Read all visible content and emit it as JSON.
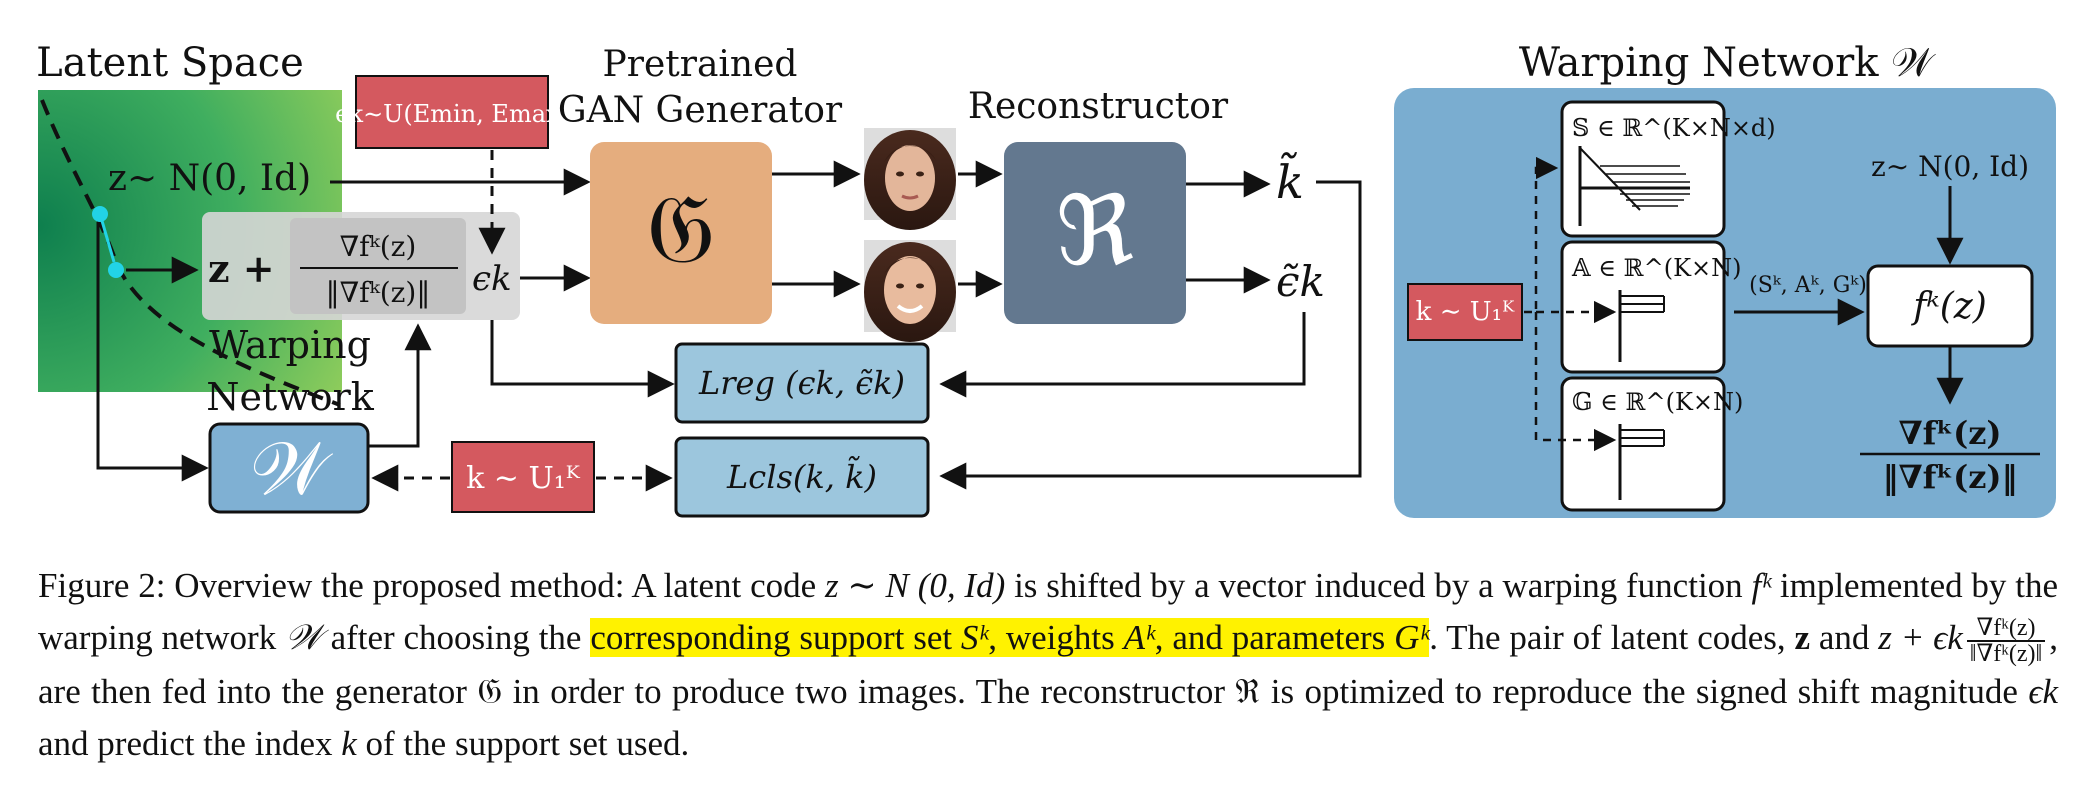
{
  "diagram": {
    "latent_title": "Latent Space",
    "eps_dist": "ϵk∼U(Emin, Emax)",
    "generator_title_1": "Pretrained",
    "generator_title_2": "GAN Generator",
    "generator_symbol": "𝔊",
    "reconstructor_title": "Reconstructor",
    "reconstructor_symbol": "ℜ",
    "z_sample": "z∼ N(0, Id)",
    "z_shifted_prefix": "z +",
    "grad_num": "∇fᵏ(z)",
    "grad_den": "‖∇fᵏ(z)‖",
    "eps_k": "ϵk",
    "k_tilde": "k̃",
    "eps_tilde": "ϵ̃k",
    "warping_label_1": "Warping",
    "warping_label_2": "Network",
    "warping_symbol": "𝒲",
    "k_uniform": "k ∼ U₁ᴷ",
    "loss_reg": "Lreg (ϵk, ϵ̃k)",
    "loss_cls": "Lcls(k, k̃)",
    "panel_title": "Warping Network 𝒲",
    "panel_S": "𝕊 ∈ ℝ^(K×N×d)",
    "panel_A": "𝔸 ∈ ℝ^(K×N)",
    "panel_G": "𝔾 ∈ ℝ^(K×N)",
    "panel_k": "k ∼ U₁ᴷ",
    "panel_triplet": "(Sᵏ, Aᵏ, Gᵏ)",
    "panel_z": "z∼ N(0, Id)",
    "panel_f": "fᵏ(z)",
    "panel_grad_num": "∇fᵏ(z)",
    "panel_grad_den": "‖∇fᵏ(z)‖"
  },
  "caption": {
    "p1": "Figure 2: Overview the proposed method: A latent code ",
    "p1_math": "z ∼ N (0, Id)",
    "p2": " is shifted by a vector induced by a warping function ",
    "p2_math": "fᵏ",
    "p3": " implemented by the warping network ",
    "p3_math": "𝒲",
    "p4": " after choosing the ",
    "hl1": "corresponding support set ",
    "hl1_math": "Sᵏ",
    "hl2": ", weights ",
    "hl2_math": "Aᵏ",
    "hl3": ", and parameters ",
    "hl3_math": "Gᵏ",
    "p5": ". The pair of latent codes, ",
    "p5_math1": "z",
    "p6": " and ",
    "p6_math": "z + ϵk",
    "frac_num": "∇fᵏ(z)",
    "frac_den": "‖∇fᵏ(z)‖",
    "p7": ", are then fed into the generator ",
    "p7_math": "𝔊",
    "p8": " in order to produce two images. The reconstructor ",
    "p8_math": "ℜ",
    "p9": " is optimized to reproduce the signed shift magnitude ",
    "p9_math": "ϵk",
    "p10": " and predict the index ",
    "p10_math": "k",
    "p11": " of the support set used."
  },
  "colors": {
    "latent_green": "#3fae5f",
    "generator_orange": "#e5ad7e",
    "reconstructor_slate": "#63788f",
    "warping_blue": "#7fb0d3",
    "loss_blue": "#9cc6dd",
    "red_box": "#d4595f",
    "panel_blue": "#7aadd0",
    "cyan_point": "#22d3e6"
  }
}
